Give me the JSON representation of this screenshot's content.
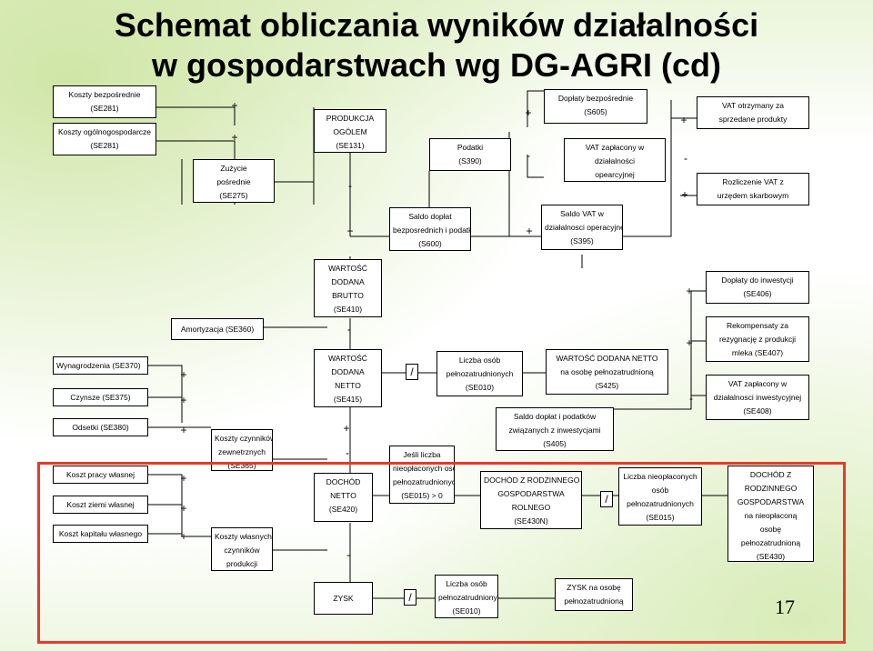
{
  "title": {
    "line1": "Schemat obliczania wyników działalności",
    "line2": "w gospodarstwach wg DG-AGRI (cd)"
  },
  "boxes": {
    "se281a": [
      "Koszty bezpośrednie",
      "(SE281)"
    ],
    "se281b": [
      "Koszty ogólnogospodarcze",
      "(SE281)"
    ],
    "se275": [
      "Zużycie",
      "pośrednie",
      "(SE275)"
    ],
    "se131": [
      "PRODUKCJA",
      "OGÓLEM",
      "(SE131)"
    ],
    "se390": [
      "Podatki",
      "(S390)"
    ],
    "se605": [
      "Dopłaty bezpośrednie",
      "(S605)"
    ],
    "vatpaid": [
      "VAT zapłacony w",
      "działalności",
      "opearcyjnej"
    ],
    "vatsold": [
      "VAT otrzymany za",
      "sprzedane produkty"
    ],
    "vatsettle": [
      "Rozliczenie VAT z",
      "urzędem skarbowym"
    ],
    "se600": [
      "Saldo dopłat",
      "bezposrednich i podatków",
      "(S600)"
    ],
    "se395": [
      "Saldo VAT w",
      "działalnosci operacyjnej",
      "(S395)"
    ],
    "se410": [
      "WARTOŚĆ",
      "DODANA",
      "BRUTTO",
      "(SE410)"
    ],
    "se406": [
      "Dopłaty do inwestycji",
      "(SE406)"
    ],
    "se360": [
      "Amortyzacja (SE360)"
    ],
    "se407": [
      "Rekompensaty za",
      "rezygnację z produkcji",
      "mleka (SE407)"
    ],
    "se370": [
      "Wynagrodzenia (SE370)"
    ],
    "se375": [
      "Czynsze (SE375)"
    ],
    "se380": [
      "Odsetki (SE380)"
    ],
    "se415": [
      "WARTOŚĆ",
      "DODANA",
      "NETTO",
      "(SE415)"
    ],
    "se010a": [
      "Liczba osób",
      "pełnozatrudnionych",
      "(SE010)"
    ],
    "s425": [
      "WARTOŚĆ DODANA NETTO",
      "na osobę pełnozatrudnioną",
      "(S425)"
    ],
    "se408": [
      "VAT zapłacony w",
      "działalnosci inwestycyjnej",
      "(SE408)"
    ],
    "s405": [
      "Saldo dopłat i podatków",
      "związanych z inwestycjami",
      "(S405)"
    ],
    "extcost": [
      "Koszty czynników",
      "zewnetrznych",
      "(SE365)"
    ],
    "jesli": [
      "Jeśli liczba",
      "nieopłaconych osób",
      "pełnozatrudnionych",
      "(SE015) > 0"
    ],
    "labour": [
      "Koszt pracy własnej"
    ],
    "land": [
      "Koszt ziemi własnej"
    ],
    "capital": [
      "Koszt kapitału własnego"
    ],
    "se420": [
      "DOCHÓD",
      "NETTO",
      "(SE420)"
    ],
    "se430n": [
      "DOCHÓD Z RODZINNEGO",
      "GOSPODARSTWA",
      "ROLNEGO",
      "(SE430N)"
    ],
    "se015": [
      "Liczba nieopłaconych",
      "osób",
      "pełnozatrudnionych",
      "(SE015)"
    ],
    "se430": [
      "DOCHÓD Z",
      "RODZINNEGO",
      "GOSPODARSTWA",
      "na nieopłaconą",
      "osobę",
      "pełnozatrudnioną",
      "(SE430)"
    ],
    "owncost": [
      "Koszty własnych",
      "czynników",
      "produkcji"
    ],
    "zysk": [
      "ZYSK"
    ],
    "se010b": [
      "Liczba osób",
      "pełnozatrudnionych",
      "(SE010)"
    ],
    "zyskper": [
      "ZYSK na osobę",
      "pełnozatrudnioną"
    ]
  },
  "ops": {
    "plus": "+",
    "minus": "-",
    "div": "/"
  },
  "page_number": "17",
  "colors": {
    "highlight": "#e8392a",
    "background_tint": "#cfe6a6"
  }
}
